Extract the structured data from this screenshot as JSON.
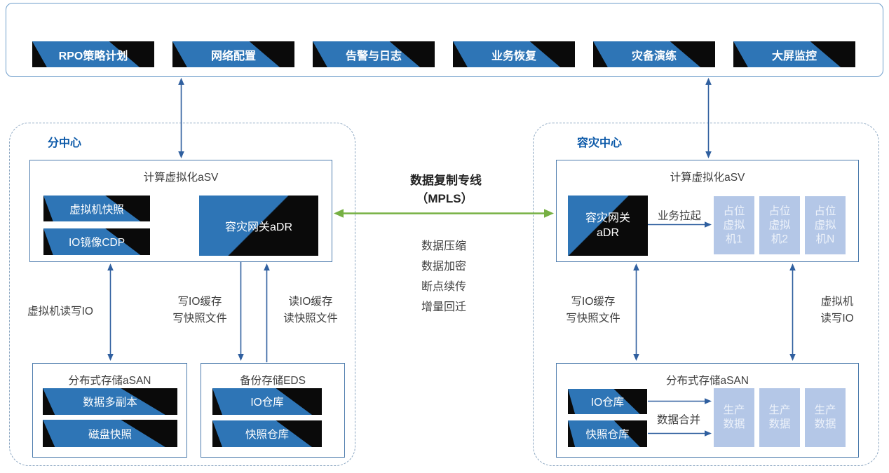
{
  "colors": {
    "chip_blue": "#2e75b6",
    "chip_black": "#0a0a0a",
    "connector_blue": "#2f5f9f",
    "connector_green": "#76b043",
    "placeholder_blue": "#b4c7e7",
    "region_title_blue": "#0a58a8"
  },
  "top_bar": {
    "buttons": [
      "RPO策略计划",
      "网络配置",
      "告警与日志",
      "业务恢复",
      "灾备演练",
      "大屏监控"
    ]
  },
  "mpls": {
    "title": "数据复制专线",
    "subtitle": "（MPLS）",
    "features": "数据压缩\n数据加密\n断点续传\n增量回迁"
  },
  "branch": {
    "title": "分中心",
    "asv_title": "计算虚拟化aSV",
    "chip_vm_snapshot": "虚拟机快照",
    "chip_io_mirror": "IO镜像CDP",
    "gateway": "容灾网关aDR",
    "label_vm_io": "虚拟机读写IO",
    "label_write": "写IO缓存\n写快照文件",
    "label_read": "读IO缓存\n读快照文件",
    "asan_title": "分布式存储aSAN",
    "chip_data_replicas": "数据多副本",
    "chip_disk_snapshot": "磁盘快照",
    "eds_title": "备份存储EDS",
    "chip_io_repo": "IO仓库",
    "chip_snapshot_repo": "快照仓库"
  },
  "dr": {
    "title": "容灾中心",
    "asv_title": "计算虚拟化aSV",
    "gateway": "容灾网关\naDR",
    "label_pull": "业务拉起",
    "placeholder_vm_1": "占位\n虚拟\n机1",
    "placeholder_vm_2": "占位\n虚拟\n机2",
    "placeholder_vm_n": "占位\n虚拟\n机N",
    "label_write": "写IO缓存\n写快照文件",
    "label_vm_io": "虚拟机\n读写IO",
    "asan_title": "分布式存储aSAN",
    "chip_io_repo": "IO仓库",
    "chip_snapshot_repo": "快照仓库",
    "label_merge": "数据合并",
    "prod_data": "生产\n数据"
  }
}
